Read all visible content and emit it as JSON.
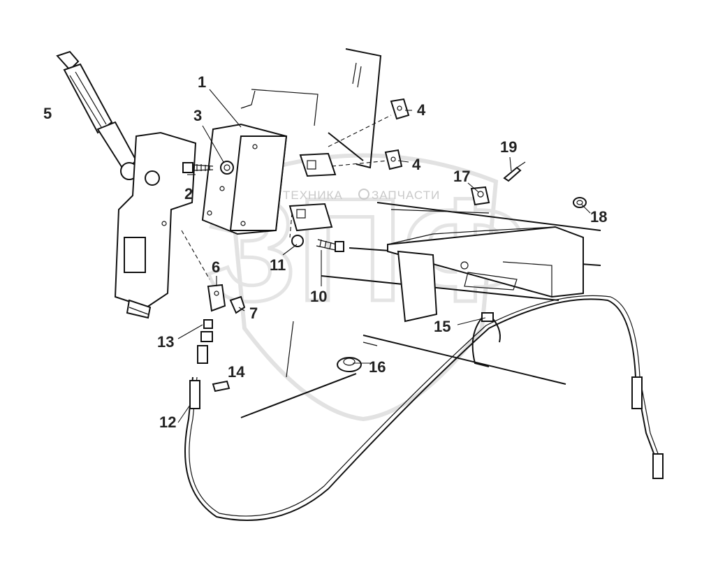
{
  "diagram": {
    "watermark": {
      "text_left": "ТЕХНИКА",
      "text_right": "ЗАПЧАСТИ",
      "big_letters": "ЗПФ"
    },
    "labels": [
      {
        "id": "1",
        "text": "1"
      },
      {
        "id": "2",
        "text": "2"
      },
      {
        "id": "3",
        "text": "3"
      },
      {
        "id": "4a",
        "text": "4"
      },
      {
        "id": "4b",
        "text": "4"
      },
      {
        "id": "5",
        "text": "5"
      },
      {
        "id": "6",
        "text": "6"
      },
      {
        "id": "7",
        "text": "7"
      },
      {
        "id": "10",
        "text": "10"
      },
      {
        "id": "11",
        "text": "11"
      },
      {
        "id": "12",
        "text": "12"
      },
      {
        "id": "13",
        "text": "13"
      },
      {
        "id": "14",
        "text": "14"
      },
      {
        "id": "15",
        "text": "15"
      },
      {
        "id": "16",
        "text": "16"
      },
      {
        "id": "17",
        "text": "17"
      },
      {
        "id": "18",
        "text": "18"
      },
      {
        "id": "19",
        "text": "19"
      }
    ]
  }
}
